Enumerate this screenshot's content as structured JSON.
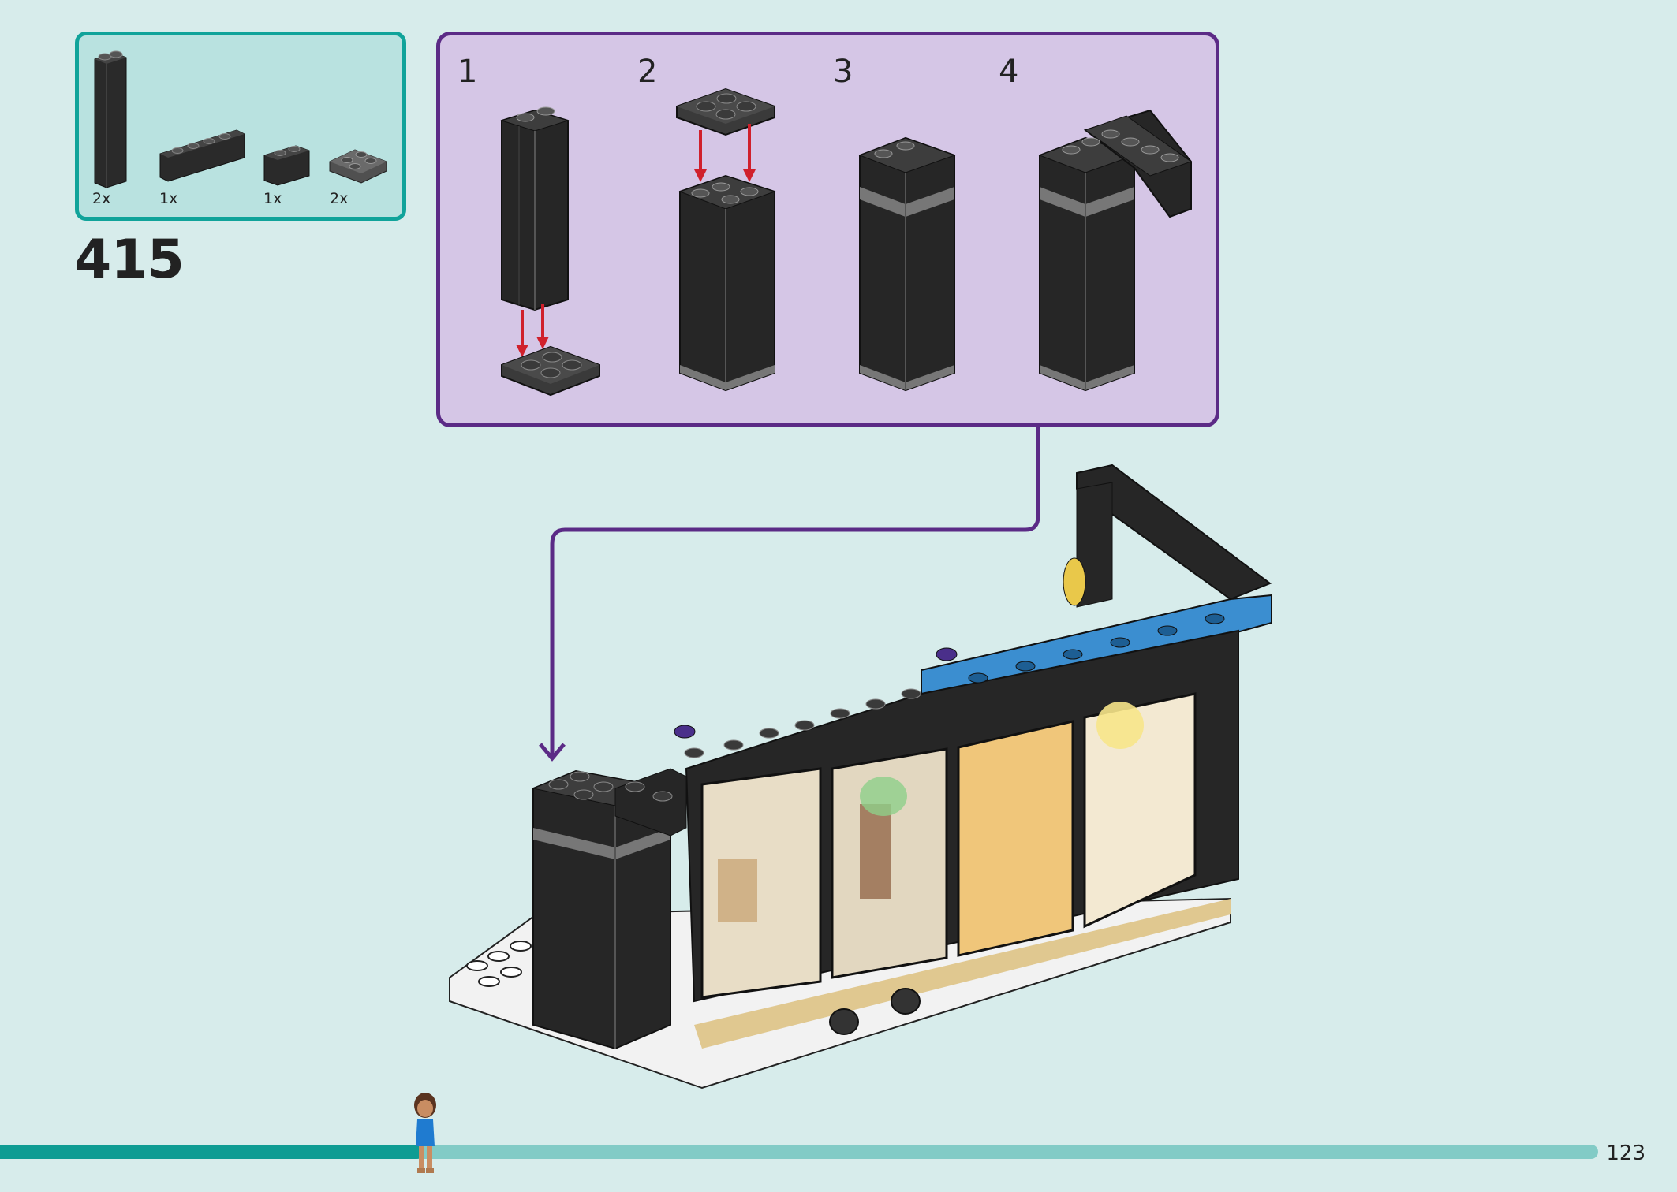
{
  "parts": [
    {
      "qty": "2x",
      "icon": "brick-1x1x3-black-icon"
    },
    {
      "qty": "1x",
      "icon": "brick-1x4-black-icon"
    },
    {
      "qty": "1x",
      "icon": "brick-1x2-black-icon"
    },
    {
      "qty": "2x",
      "icon": "plate-2x2-dark-gray-icon"
    }
  ],
  "step_number": "415",
  "substeps": [
    {
      "label": "1"
    },
    {
      "label": "2"
    },
    {
      "label": "3"
    },
    {
      "label": "4"
    }
  ],
  "page_number": "123",
  "progress": {
    "fraction": 0.265
  },
  "colors": {
    "background": "#d7eceb",
    "parts_border": "#10a39a",
    "substeps_border": "#5b2b86",
    "brick_black": "#2b2b2b",
    "arrow_red": "#d0202c",
    "accent_blue": "#3b8ed0"
  }
}
